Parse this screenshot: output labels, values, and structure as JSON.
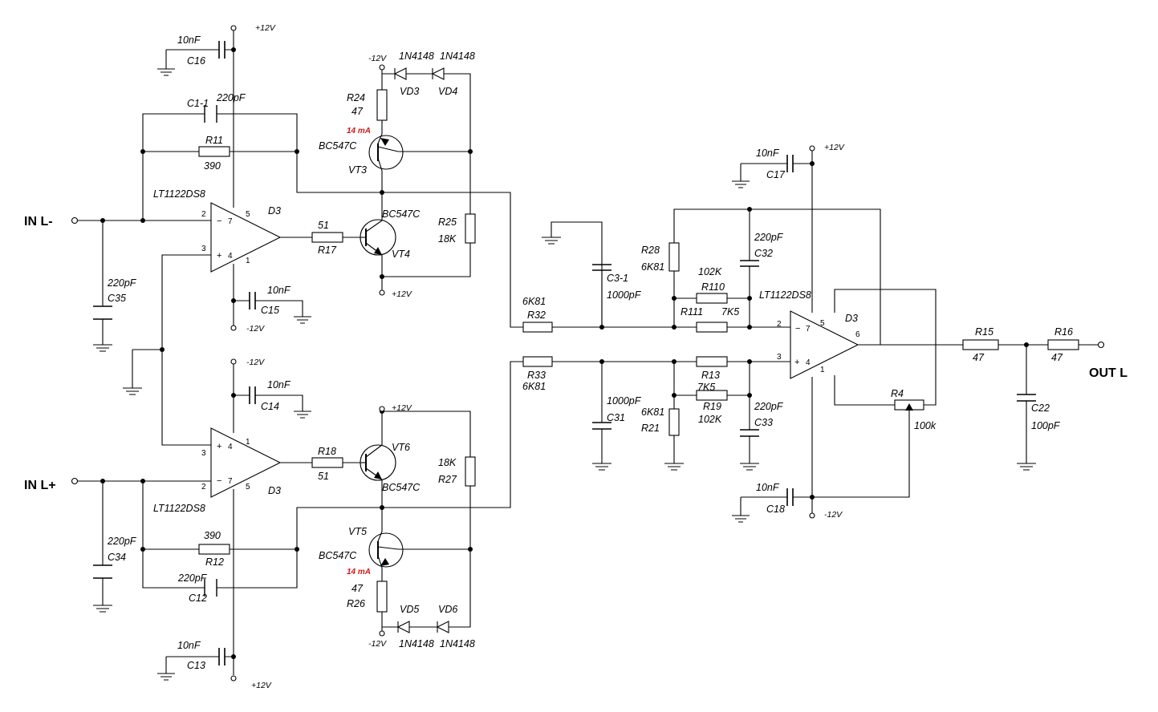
{
  "io": {
    "in_neg": "IN  L-",
    "in_pos": "IN  L+",
    "out": "OUT L"
  },
  "rails": {
    "plus": "+12V",
    "minus": "-12V"
  },
  "opamps": {
    "part": "LT1122DS8",
    "ref": "D3",
    "p1": "1",
    "p2": "2",
    "p3": "3",
    "p4": "4",
    "p5": "5",
    "p6": "6",
    "p7": "7",
    "minus_sign": "−",
    "plus_sign": "+"
  },
  "comp": {
    "C16": "C16",
    "C16v": "10nF",
    "C15": "C15",
    "C15v": "10nF",
    "C14": "C14",
    "C14v": "10nF",
    "C13": "C13",
    "C13v": "10nF",
    "C17": "C17",
    "C17v": "10nF",
    "C18": "C18",
    "C18v": "10nF",
    "C1_1": "C1-1",
    "C1_1v": "220pF",
    "C12": "C12",
    "C12v": "220pF",
    "C35": "C35",
    "C35v": "220pF",
    "C34": "C34",
    "C34v": "220pF",
    "C3_1": "C3-1",
    "C3_1v": "1000pF",
    "C31": "C31",
    "C31v": "1000pF",
    "C32": "C32",
    "C32v": "220pF",
    "C33": "C33",
    "C33v": "220pF",
    "C22": "C22",
    "C22v": "100pF",
    "R11": "R11",
    "R11v": "390",
    "R12": "R12",
    "R12v": "390",
    "R17": "R17",
    "R17v": "51",
    "R18": "R18",
    "R18v": "51",
    "R24": "R24",
    "R24v": "47",
    "R26": "R26",
    "R26v": "47",
    "R25": "R25",
    "R25v": "18K",
    "R27": "R27",
    "R27v": "18K",
    "R32": "R32",
    "R32v": "6K81",
    "R33": "R33",
    "R33v": "6K81",
    "R28": "R28",
    "R28v": "6K81",
    "R21": "R21",
    "R21v": "6K81",
    "R110": "R110",
    "R110v": "102K",
    "R111": "R111",
    "R111v": "7K5",
    "R13": "R13",
    "R13v": "7K5",
    "R19": "R19",
    "R19v": "102K",
    "R15": "R15",
    "R15v": "47",
    "R16": "R16",
    "R16v": "47",
    "R4": "R4",
    "R4v": "100k",
    "VD3": "VD3",
    "VD4": "VD4",
    "VD5": "VD5",
    "VD6": "VD6",
    "diode": "1N4148",
    "VT3": "VT3",
    "VT4": "VT4",
    "VT5": "VT5",
    "VT6": "VT6",
    "bjt": "BC547C",
    "current": "14 mA"
  }
}
